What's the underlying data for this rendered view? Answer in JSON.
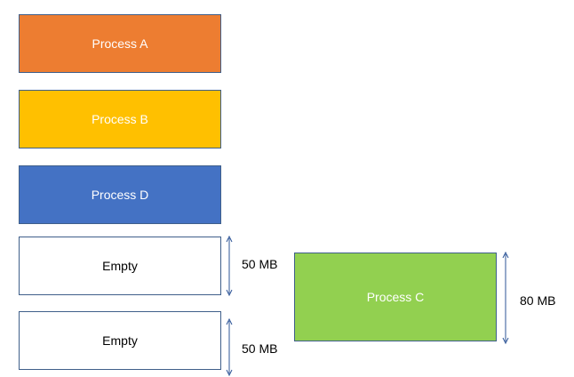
{
  "memory_blocks": [
    {
      "label": "Process A",
      "kind": "process",
      "color": "#ed7d31"
    },
    {
      "label": "Process B",
      "kind": "process",
      "color": "#ffc000"
    },
    {
      "label": "Process D",
      "kind": "process",
      "color": "#4472c4"
    },
    {
      "label": "Empty",
      "kind": "empty",
      "size_label": "50 MB"
    },
    {
      "label": "Empty",
      "kind": "empty",
      "size_label": "50 MB"
    }
  ],
  "incoming_process": {
    "label": "Process C",
    "color": "#92d050",
    "size_label": "80 MB"
  },
  "arrow_color": "#2e5597"
}
